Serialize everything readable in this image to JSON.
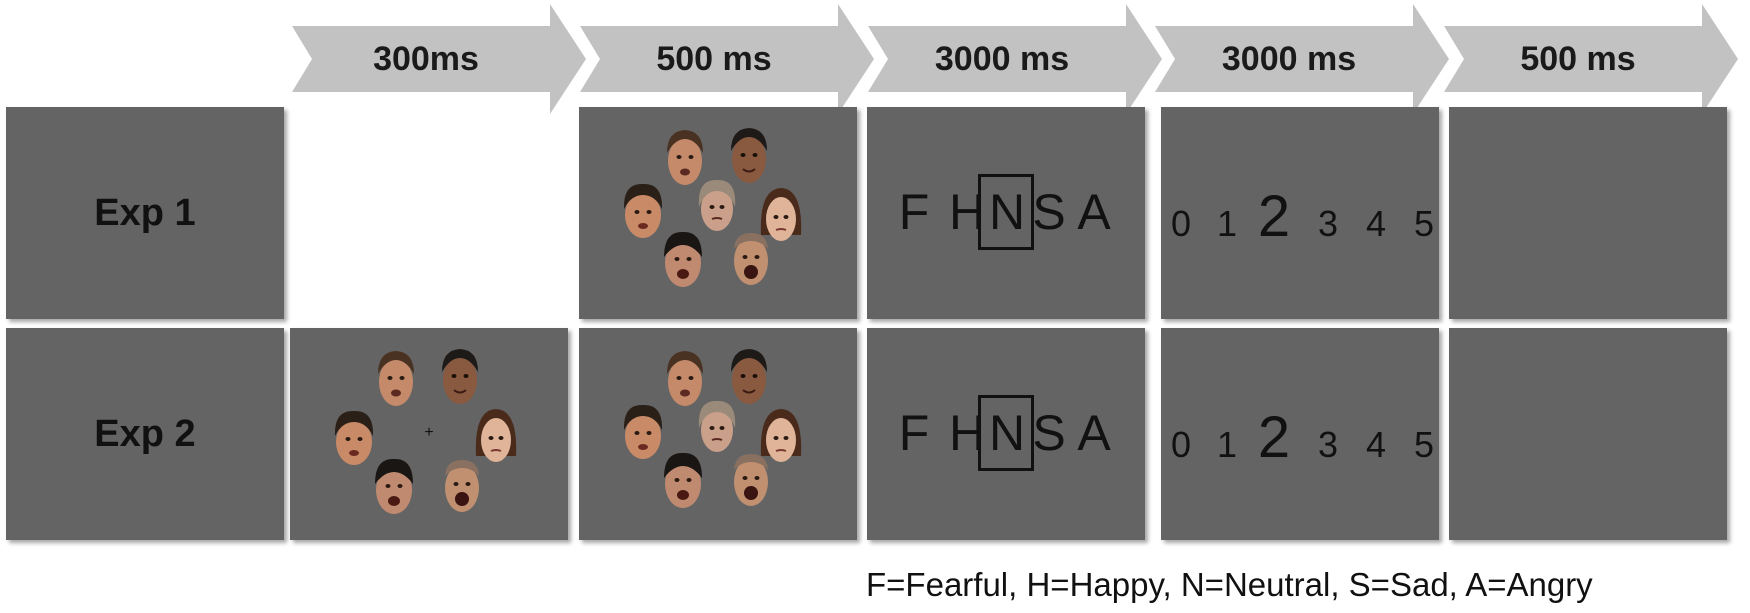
{
  "timeline": [
    {
      "label": "300ms"
    },
    {
      "label": "500 ms"
    },
    {
      "label": "3000 ms"
    },
    {
      "label": "3000 ms"
    },
    {
      "label": "500 ms"
    }
  ],
  "rows": [
    {
      "label": "Exp 1"
    },
    {
      "label": "Exp 2"
    }
  ],
  "fixation": "+",
  "emotion_options": [
    "F",
    "H",
    "N",
    "S",
    "A"
  ],
  "selected_emotion": "N",
  "rating_options": [
    "0",
    "1",
    "2",
    "3",
    "4",
    "5"
  ],
  "selected_rating": "2",
  "legend": "F=Fearful, H=Happy, N=Neutral, S=Sad, A=Angry",
  "colors": {
    "panel": "#646464",
    "arrow": "#c2c2c2",
    "text": "#111111"
  }
}
